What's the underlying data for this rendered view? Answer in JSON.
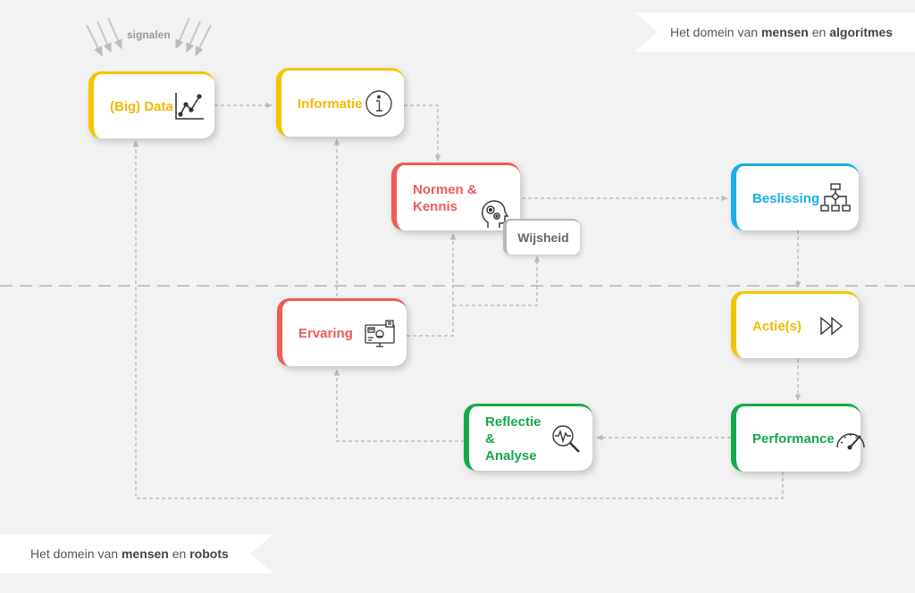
{
  "signals": {
    "label": "signalen"
  },
  "banners": {
    "top": {
      "prefix": "Het domein van ",
      "bold1": "mensen",
      "mid": " en ",
      "bold2": "algoritmes"
    },
    "bottom": {
      "prefix": "Het domein van ",
      "bold1": "mensen",
      "mid": " en ",
      "bold2": "robots"
    }
  },
  "nodes": {
    "big_data": {
      "label": "(Big) Data",
      "icon": "line-chart-icon"
    },
    "informatie": {
      "label": "Informatie",
      "icon": "info-icon"
    },
    "normen": {
      "label": "Normen &\nKennis",
      "icon": "head-gears-icon"
    },
    "wijsheid": {
      "label": "Wijsheid"
    },
    "beslissing": {
      "label": "Beslissing",
      "icon": "flowchart-icon"
    },
    "ervaring": {
      "label": "Ervaring",
      "icon": "monitor-dashboard-icon"
    },
    "acties": {
      "label": "Actie(s)",
      "icon": "fast-forward-icon"
    },
    "reflectie": {
      "label": "Reflectie &\nAnalyse",
      "icon": "magnifier-pulse-icon"
    },
    "performance": {
      "label": "Performance",
      "icon": "speedometer-icon"
    }
  },
  "colors": {
    "yellow": "#f5c400",
    "red": "#ef5a5a",
    "blue": "#1aaee6",
    "green": "#16a84b",
    "connector": "#bbbbbb"
  }
}
